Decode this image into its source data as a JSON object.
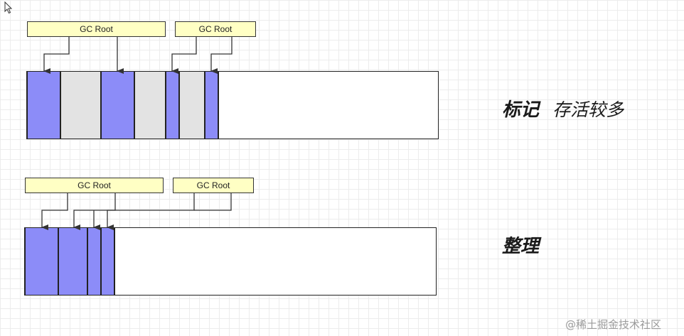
{
  "diagram": {
    "mark": {
      "roots": [
        "GC Root",
        "GC Root"
      ],
      "label_main": "标记",
      "label_sub": "存活较多",
      "cells": [
        "live",
        "dead",
        "live",
        "dead",
        "live",
        "dead",
        "live",
        "free"
      ]
    },
    "compact": {
      "roots": [
        "GC Root",
        "GC Root"
      ],
      "label_main": "整理",
      "cells": [
        "live",
        "live",
        "live",
        "live",
        "free"
      ]
    },
    "colors": {
      "live": "#8c8cf8",
      "dead": "#e3e3e3",
      "free": "#ffffff",
      "root": "#ffffc4"
    }
  },
  "watermark": "@稀土掘金技术社区"
}
